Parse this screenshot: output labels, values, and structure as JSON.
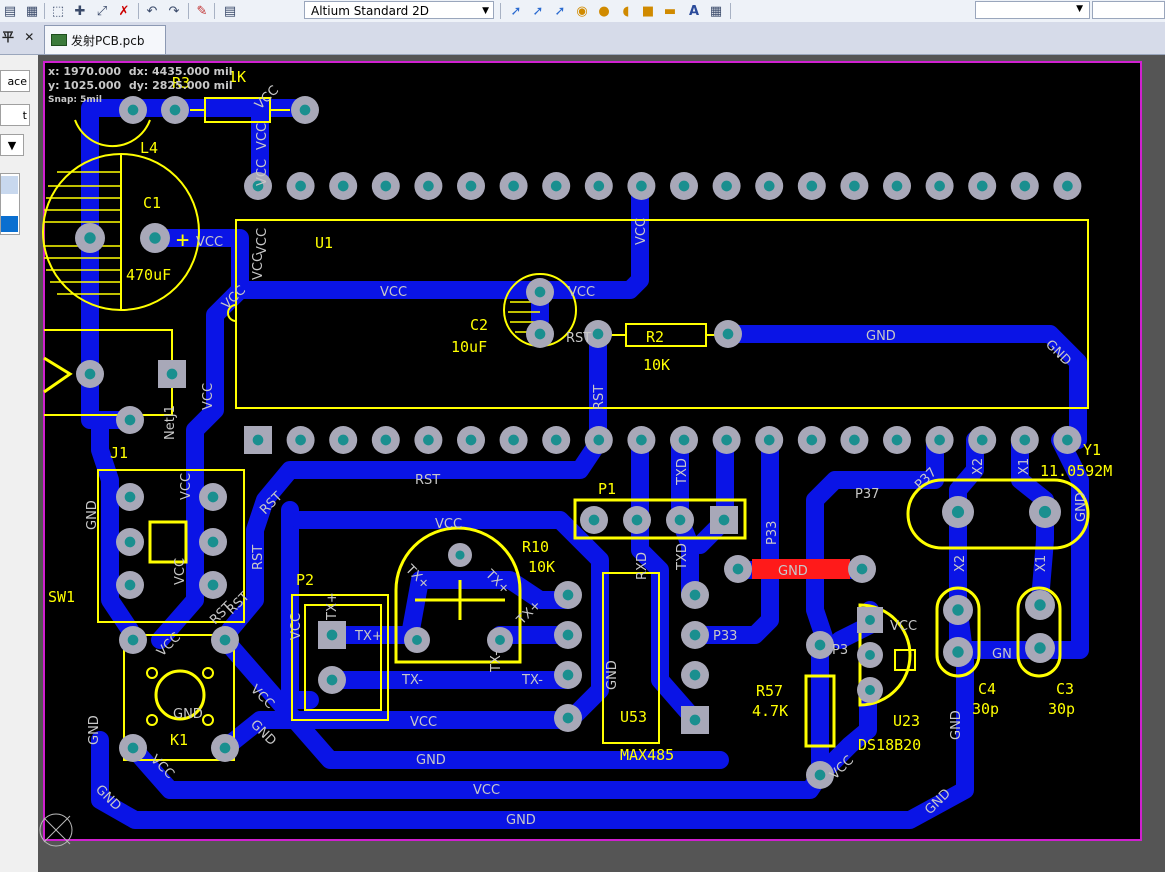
{
  "toolbar": {
    "view_mode": "Altium Standard 2D",
    "text_tool_glyph": "A"
  },
  "tabs": {
    "panel_pin_glyph": "平",
    "panel_close_glyph": "✕",
    "active_document": "发射PCB.pcb"
  },
  "left_panel": {
    "button1": "ace",
    "button2": "t"
  },
  "coordinates": {
    "x": "x:  1970.000",
    "dx": "dx: 4435.000 mil",
    "y": "y:  1025.000",
    "dy": "dy:  2825.000 mil",
    "snap": "Snap: 5mil"
  },
  "colors": {
    "board": "#000000",
    "copper": "#0a14e6",
    "silk": "#ffff00",
    "pad": "#a8a8b8",
    "pad_hole": "#1a8f8f",
    "outline": "#d020d0",
    "error_drc": "#ff1a1a"
  },
  "components": {
    "r3": "R3",
    "r3_value": "1K",
    "l4": "L4",
    "c1": "C1",
    "c1_value": "470uF",
    "u1": "U1",
    "c2": "C2",
    "c2_value": "10uF",
    "r2": "R2",
    "r2_value": "10K",
    "j1": "J1",
    "sw1": "SW1",
    "p1": "P1",
    "p2": "P2",
    "r10": "R10",
    "r10_value": "10K",
    "k1": "K1",
    "u53": "U53",
    "u53_value": "MAX485",
    "r57": "R57",
    "r57_value": "4.7K",
    "u23": "U23",
    "u23_value": "DS18B20",
    "y1": "Y1",
    "y1_value": "11.0592M",
    "c4": "C4",
    "c4_value": "30p",
    "c3": "C3",
    "c3_value": "30p",
    "plus": "+"
  },
  "nets": {
    "vcc": "VCC",
    "gnd": "GND",
    "rst": "RST",
    "txd": "TXD",
    "rxd": "RXD",
    "p33": "P33",
    "p37": "P37",
    "x1": "X1",
    "x2": "X2",
    "txp": "TX+",
    "txm": "TX-",
    "netj1": "NetJ1",
    "p3": "P3",
    "gn": "GN"
  }
}
